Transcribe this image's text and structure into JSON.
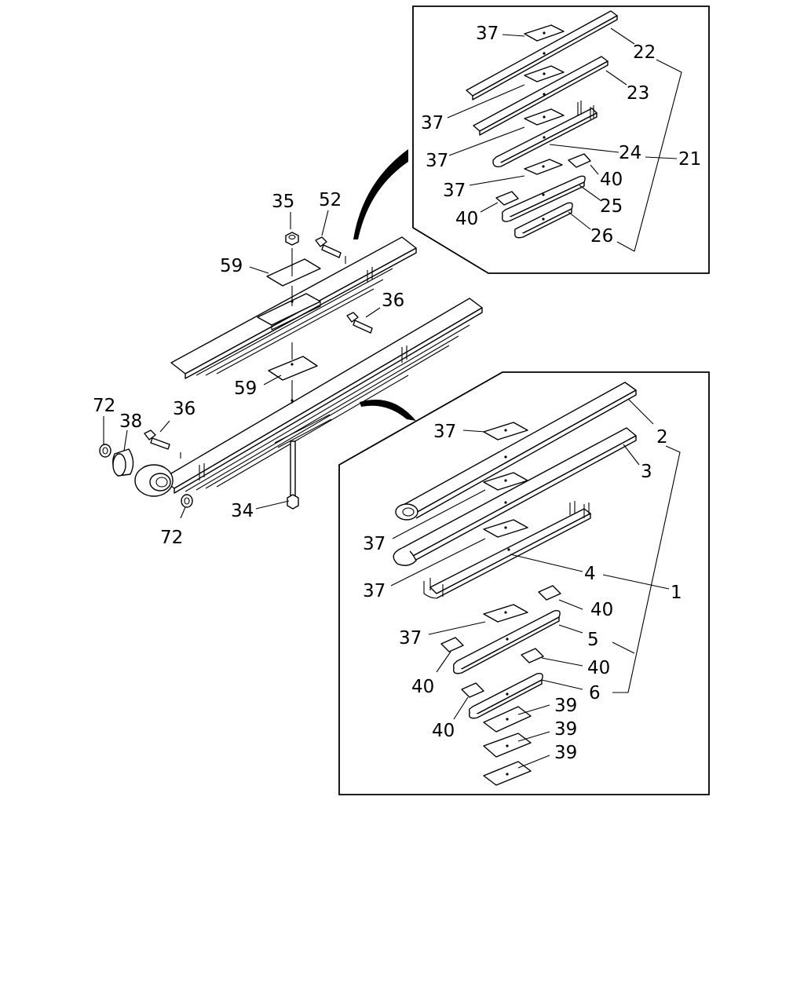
{
  "diagram": {
    "callouts": {
      "c35": "35",
      "c52": "52",
      "c59a": "59",
      "c59b": "59",
      "c36a": "36",
      "c36b": "36",
      "c72a": "72",
      "c72b": "72",
      "c38": "38",
      "c34": "34",
      "u37a": "37",
      "u37b": "37",
      "u37c": "37",
      "u37d": "37",
      "c22": "22",
      "c23": "23",
      "c24": "24",
      "c21": "21",
      "u40a": "40",
      "u40b": "40",
      "c25": "25",
      "c26": "26",
      "l37a": "37",
      "l37b": "37",
      "l37c": "37",
      "l37d": "37",
      "c2": "2",
      "c3": "3",
      "c4": "4",
      "c1": "1",
      "l40a": "40",
      "l40b": "40",
      "l40c": "40",
      "l40d": "40",
      "c5": "5",
      "c6": "6",
      "c39a": "39",
      "c39b": "39",
      "c39c": "39"
    }
  }
}
